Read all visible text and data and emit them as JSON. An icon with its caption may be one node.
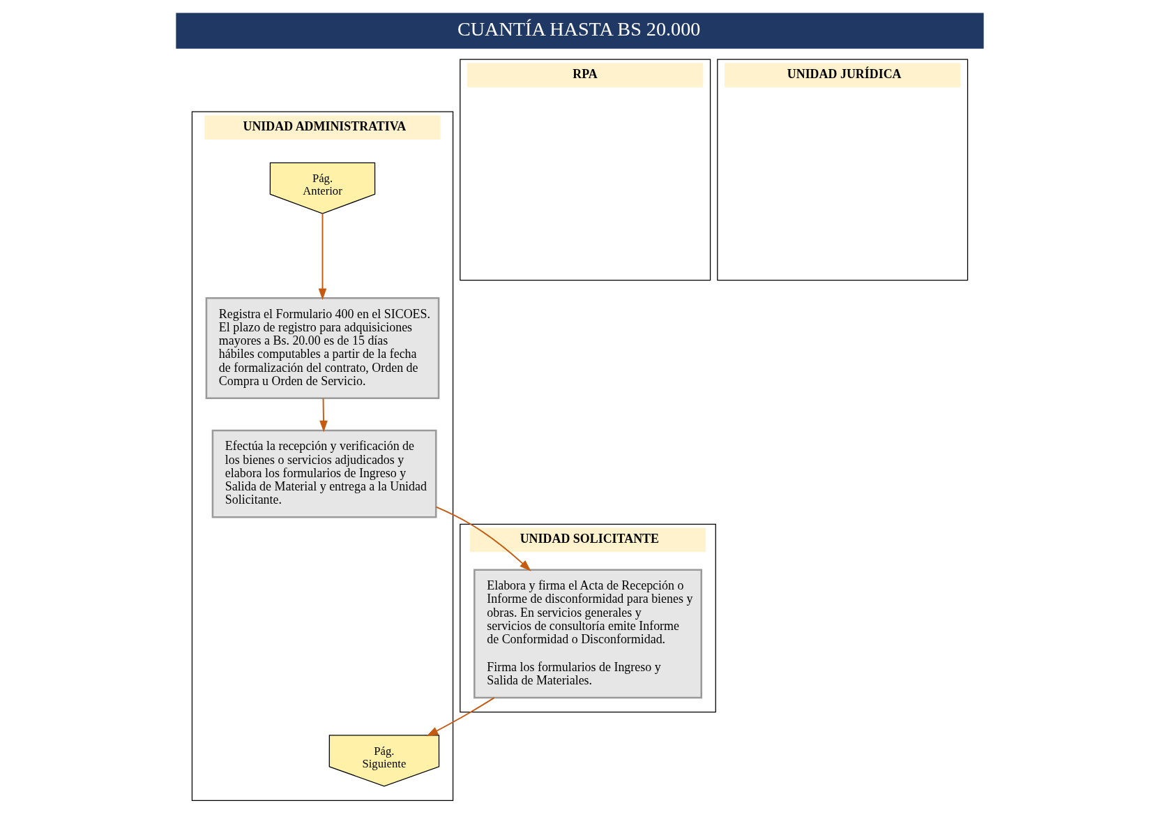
{
  "diagram": {
    "title": "CUANTÍA HASTA BS 20.000",
    "nodes": [
      {
        "text": [
          "UNIDAD SOLICITANTE"
        ]
      },
      {
        "text": [
          "UNIDAD ADMINISTRATIVA"
        ]
      },
      {
        "text": [
          "RPA"
        ]
      },
      {
        "text": [
          "UNIDAD JURÍDICA"
        ]
      },
      {
        "text": [
          "Pág. Anterior"
        ],
        "in": 1
      },
      {
        "text": [
          "Registra el Formulario 400 en el SICOES. El plazo de registro para adquisiciones mayores a Bs. 20.00 es de 15 días hábiles computables a partir de la fecha de formalización del contrato, Orden de Compra u Orden de Servicio."
        ],
        "in": 1
      },
      {
        "text": [
          "Elabora y firma el Acta de Recepción o Informe de disconformidad para bienes y obras. En servicios generales y servicios de consultoría emite Informe de Conformidad o Disconformidad.",
          "Firma los formularios de Ingreso y Salida de Materiales."
        ],
        "in": 0
      },
      {
        "text": [
          "Efectúa la recepción y verificación de los bienes o servicios adjudicados y elabora los formularios de Ingreso y Salida de Material y entrega a la Unidad Solicitante."
        ],
        "in": 1
      },
      {
        "text": [
          "Pág. Siguiente"
        ],
        "in": 1
      }
    ],
    "edges": [
      {
        "from": 4,
        "to": 5,
        "arrow": "to"
      },
      {
        "from": 5,
        "to": 7,
        "arrow": "to"
      },
      {
        "from": 7,
        "to": 6,
        "arrow": "to"
      },
      {
        "from": 6,
        "to": 8,
        "arrow": "to"
      }
    ]
  }
}
